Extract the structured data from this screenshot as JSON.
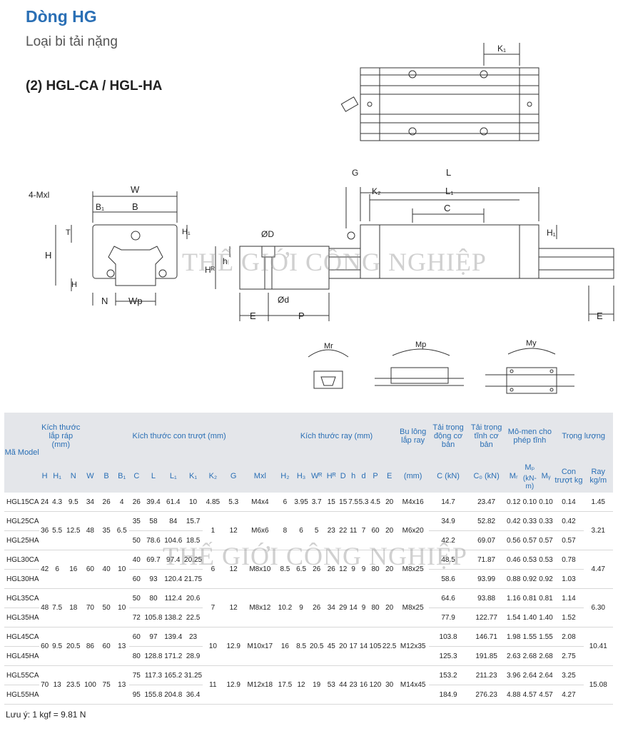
{
  "title": "Dòng HG",
  "subtitle": "Loại bi tải nặng",
  "model_title": "(2)  HGL-CA / HGL-HA",
  "watermark": "THẾ GIỚI CÔNG NGHIỆP",
  "diagram_labels": {
    "k1": "K₁",
    "g": "G",
    "l": "L",
    "k2": "K₂",
    "l1": "L₁",
    "c": "C",
    "h1r": "H₁",
    "mxl": "4-Mxl",
    "w": "W",
    "b1": "B₁",
    "b": "B",
    "t": "T",
    "h1": "H₁",
    "h": "H",
    "h_small": "H",
    "n": "N",
    "wp": "Wp",
    "od": "ØD",
    "hh": "h",
    "hr": "Hᴿ",
    "d": "Ød",
    "e": "E",
    "p": "P",
    "e2": "E",
    "mr": "Mr",
    "mp": "Mp",
    "my": "My"
  },
  "table": {
    "group_headers": {
      "model": "Mã Model",
      "assembly": "Kích thước lắp ráp (mm)",
      "block": "Kích thước con trượt (mm)",
      "rail": "Kích thước ray (mm)",
      "bolt": "Bu lông lắp ray",
      "dyn": "Tải trọng động cơ bản",
      "stat": "Tải trọng tĩnh cơ bản",
      "moment": "Mô-men cho phép tĩnh",
      "weight": "Trọng lượng"
    },
    "sub_headers": [
      "H",
      "H₁",
      "N",
      "W",
      "B",
      "B₁",
      "C",
      "L",
      "L₁",
      "K₁",
      "K₂",
      "G",
      "Mxl",
      "H₂",
      "H₃",
      "Wᴿ",
      "Hᴿ",
      "D",
      "h",
      "d",
      "P",
      "E",
      "(mm)",
      "C (kN)",
      "C₀ (kN)",
      "Mᵣ",
      "Mₚ",
      "Mᵧ",
      "Con trượt kg",
      "Ray kg/m"
    ],
    "moment_unit": "(kN-m)",
    "rows": [
      [
        "HGL15CA",
        "24",
        "4.3",
        "9.5",
        "34",
        "26",
        "4",
        "26",
        "39.4",
        "61.4",
        "10",
        "4.85",
        "5.3",
        "M4x4",
        "6",
        "3.95",
        "3.7",
        "15",
        "15",
        "7.5",
        "5.3",
        "4.5",
        "20",
        "M4x16",
        "14.7",
        "23.47",
        "0.12",
        "0.10",
        "0.10",
        "0.14",
        "1.45"
      ],
      [
        "HGL25CA",
        "36",
        "5.5",
        "12.5",
        "48",
        "35",
        "6.5",
        "35",
        "58",
        "84",
        "15.7",
        "1",
        "12",
        "M6x6",
        "8",
        "6",
        "5",
        "23",
        "22",
        "11",
        "7",
        "60",
        "20",
        "M6x20",
        "34.9",
        "52.82",
        "0.42",
        "0.33",
        "0.33",
        "0.42",
        "3.21"
      ],
      [
        "HGL25HA",
        "",
        "",
        "",
        "",
        "",
        "",
        "50",
        "78.6",
        "104.6",
        "18.5",
        "",
        "",
        "",
        "",
        "",
        "",
        "",
        "",
        "",
        "",
        "",
        "",
        "",
        "42.2",
        "69.07",
        "0.56",
        "0.57",
        "0.57",
        "0.57",
        ""
      ],
      [
        "HGL30CA",
        "42",
        "6",
        "16",
        "60",
        "40",
        "10",
        "40",
        "69.7",
        "97.4",
        "20.25",
        "6",
        "12",
        "M8x10",
        "8.5",
        "6.5",
        "26",
        "26",
        "12",
        "9",
        "9",
        "80",
        "20",
        "M8x25",
        "48.5",
        "71.87",
        "0.46",
        "0.53",
        "0.53",
        "0.78",
        "4.47"
      ],
      [
        "HGL30HA",
        "",
        "",
        "",
        "",
        "",
        "",
        "60",
        "93",
        "120.4",
        "21.75",
        "",
        "",
        "",
        "",
        "",
        "",
        "",
        "",
        "",
        "",
        "",
        "",
        "",
        "58.6",
        "93.99",
        "0.88",
        "0.92",
        "0.92",
        "1.03",
        ""
      ],
      [
        "HGL35CA",
        "48",
        "7.5",
        "18",
        "70",
        "50",
        "10",
        "50",
        "80",
        "112.4",
        "20.6",
        "7",
        "12",
        "M8x12",
        "10.2",
        "9",
        "26",
        "34",
        "29",
        "14",
        "9",
        "80",
        "20",
        "M8x25",
        "64.6",
        "93.88",
        "1.16",
        "0.81",
        "0.81",
        "1.14",
        "6.30"
      ],
      [
        "HGL35HA",
        "",
        "",
        "",
        "",
        "",
        "",
        "72",
        "105.8",
        "138.2",
        "22.5",
        "",
        "",
        "",
        "",
        "",
        "",
        "",
        "",
        "",
        "",
        "",
        "",
        "",
        "77.9",
        "122.77",
        "1.54",
        "1.40",
        "1.40",
        "1.52",
        ""
      ],
      [
        "HGL45CA",
        "60",
        "9.5",
        "20.5",
        "86",
        "60",
        "13",
        "60",
        "97",
        "139.4",
        "23",
        "10",
        "12.9",
        "M10x17",
        "16",
        "8.5",
        "20.5",
        "45",
        "20",
        "17",
        "14",
        "105",
        "22.5",
        "M12x35",
        "103.8",
        "146.71",
        "1.98",
        "1.55",
        "1.55",
        "2.08",
        "10.41"
      ],
      [
        "HGL45HA",
        "",
        "",
        "",
        "",
        "",
        "",
        "80",
        "128.8",
        "171.2",
        "28.9",
        "",
        "",
        "",
        "",
        "",
        "",
        "",
        "",
        "",
        "",
        "",
        "",
        "",
        "125.3",
        "191.85",
        "2.63",
        "2.68",
        "2.68",
        "2.75",
        ""
      ],
      [
        "HGL55CA",
        "70",
        "13",
        "23.5",
        "100",
        "75",
        "13",
        "75",
        "117.3",
        "165.2",
        "31.25",
        "11",
        "12.9",
        "M12x18",
        "17.5",
        "12",
        "19",
        "53",
        "44",
        "23",
        "16",
        "120",
        "30",
        "M14x45",
        "153.2",
        "211.23",
        "3.96",
        "2.64",
        "2.64",
        "3.25",
        "15.08"
      ],
      [
        "HGL55HA",
        "",
        "",
        "",
        "",
        "",
        "",
        "95",
        "155.8",
        "204.8",
        "36.4",
        "",
        "",
        "",
        "",
        "",
        "",
        "",
        "",
        "",
        "",
        "",
        "",
        "",
        "184.9",
        "276.23",
        "4.88",
        "4.57",
        "4.57",
        "4.27",
        ""
      ]
    ]
  },
  "note": "Lưu ý: 1 kgf = 9.81 N"
}
